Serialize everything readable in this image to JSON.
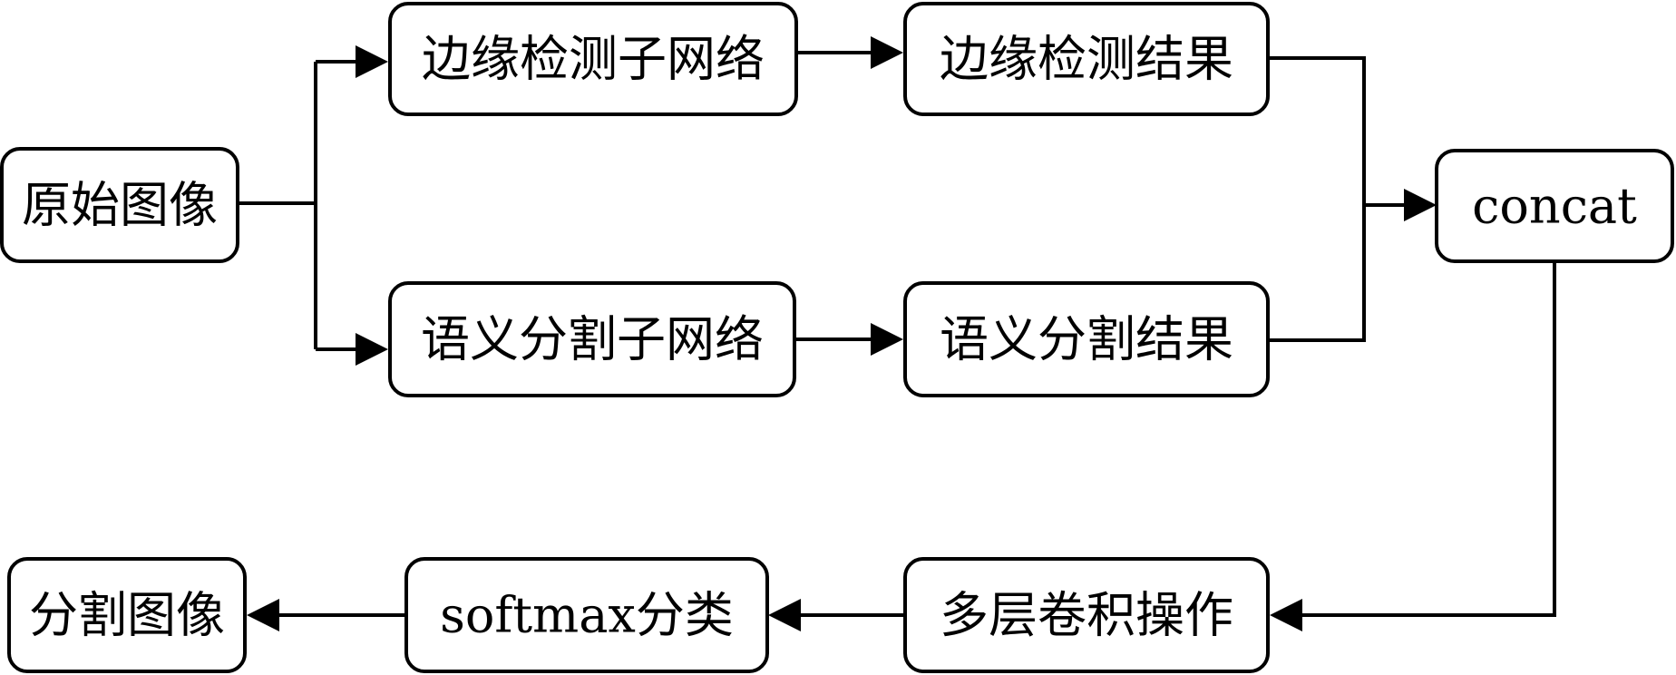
{
  "nodes": [
    {
      "id": "source-image",
      "label": "原始图像"
    },
    {
      "id": "edge-detection-subnet",
      "label": "边缘检测子网络"
    },
    {
      "id": "edge-detection-result",
      "label": "边缘检测结果"
    },
    {
      "id": "semantic-seg-subnet",
      "label": "语义分割子网络"
    },
    {
      "id": "semantic-seg-result",
      "label": "语义分割结果"
    },
    {
      "id": "concat",
      "label": "concat"
    },
    {
      "id": "multi-layer-conv",
      "label": "多层卷积操作"
    },
    {
      "id": "softmax-classify",
      "label": "softmax分类"
    },
    {
      "id": "segmented-image",
      "label": "分割图像"
    }
  ],
  "edges": [
    {
      "from": "source-image",
      "to": "edge-detection-subnet"
    },
    {
      "from": "source-image",
      "to": "semantic-seg-subnet"
    },
    {
      "from": "edge-detection-subnet",
      "to": "edge-detection-result"
    },
    {
      "from": "semantic-seg-subnet",
      "to": "semantic-seg-result"
    },
    {
      "from": "edge-detection-result",
      "to": "concat"
    },
    {
      "from": "semantic-seg-result",
      "to": "concat"
    },
    {
      "from": "concat",
      "to": "multi-layer-conv"
    },
    {
      "from": "multi-layer-conv",
      "to": "softmax-classify"
    },
    {
      "from": "softmax-classify",
      "to": "segmented-image"
    }
  ]
}
